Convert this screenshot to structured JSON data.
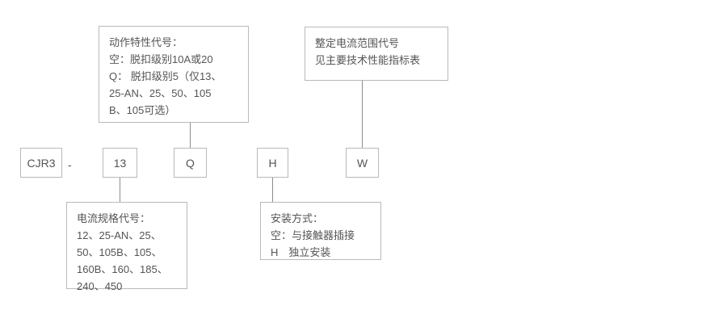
{
  "diagram": {
    "title_code": "CJR3-13QHW",
    "separator": "-",
    "code_boxes": [
      {
        "name": "series",
        "value": "CJR3"
      },
      {
        "name": "current-rating",
        "value": "13"
      },
      {
        "name": "action-characteristic",
        "value": "Q"
      },
      {
        "name": "mounting-type",
        "value": "H"
      },
      {
        "name": "setting-current-range",
        "value": "W"
      }
    ],
    "notes": {
      "action_characteristic": {
        "heading": "动作特性代号：",
        "text": "动作特性代号：\n空：脱扣级别10A或20\nQ： 脱扣级别5（仅13、\n25-AN、25、50、105\nB、105可选）"
      },
      "setting_current_range": {
        "heading": "整定电流范围代号",
        "text": "整定电流范围代号\n见主要技术性能指标表"
      },
      "current_rating": {
        "heading": "电流规格代号：",
        "text": "电流规格代号：\n12、25-AN、25、\n50、105B、105、\n160B、160、185、\n240、450"
      },
      "mounting_type": {
        "heading": "安装方式：",
        "text": "安装方式：\n空：与接触器插接\nH　独立安装"
      }
    },
    "colors": {
      "border": "#b9b9b9",
      "text": "#555555",
      "connector": "#8c8c8c",
      "background": "#ffffff"
    }
  }
}
